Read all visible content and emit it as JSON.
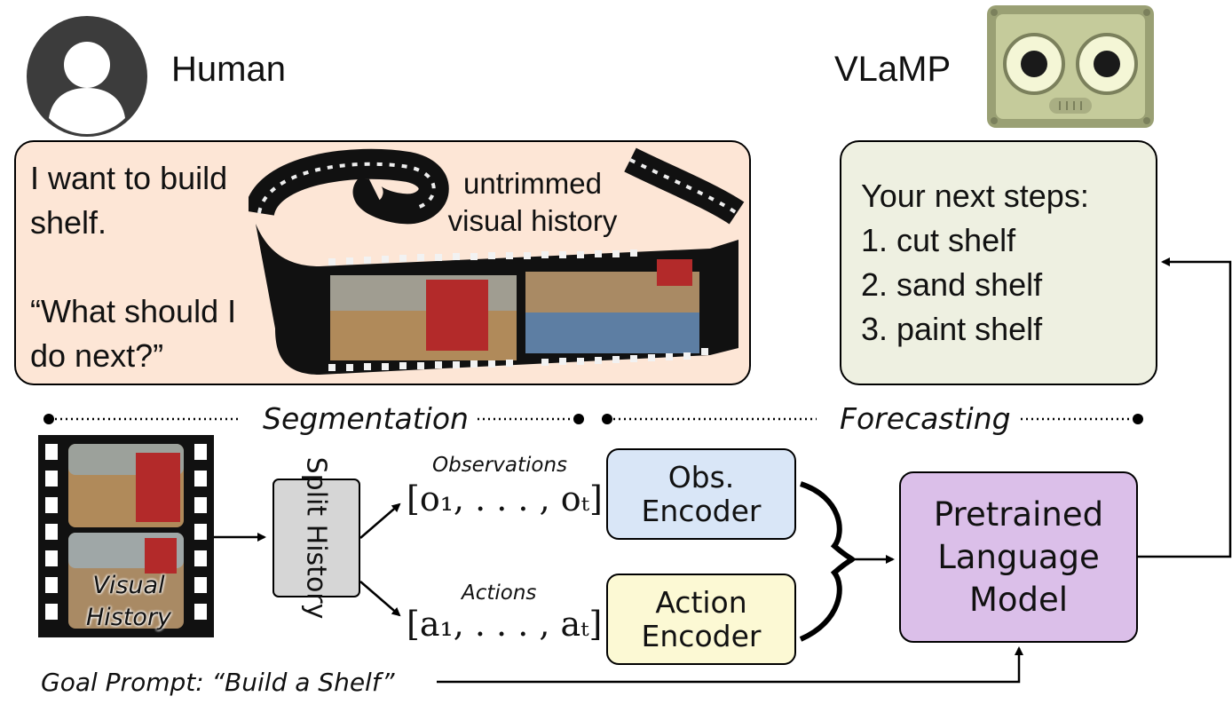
{
  "colors": {
    "human_panel": "#fde6d6",
    "vlamp_panel": "#eef0e1",
    "bottom_panel": "#eef0e1",
    "bottom_border": "#8a9374",
    "obs_encoder": "#d9e6f7",
    "action_encoder": "#fcf9d4",
    "language_model": "#dbbfe9",
    "split_history": "#d6d6d6",
    "robot_face": "#c5cb9b"
  },
  "header": {
    "human_label": "Human",
    "vlamp_label": "VLaMP"
  },
  "human_panel": {
    "line1": "I want to build",
    "line2": "shelf.",
    "line3": "“What should I",
    "line4": "do next?”",
    "film_caption_1": "untrimmed",
    "film_caption_2": "visual history"
  },
  "vlamp_panel": {
    "title": "Your next steps:",
    "steps": [
      "1. cut shelf",
      "2. sand shelf",
      "3. paint shelf"
    ]
  },
  "pipeline": {
    "segmentation_label": "Segmentation",
    "forecasting_label": "Forecasting",
    "visual_history_1": "Visual",
    "visual_history_2": "History",
    "split_history": "Split History",
    "observations_label": "Observations",
    "observations_formula": "[o₁, . . . , oₜ]",
    "actions_label": "Actions",
    "actions_formula": "[a₁, . . . , aₜ]",
    "obs_encoder_1": "Obs.",
    "obs_encoder_2": "Encoder",
    "action_encoder_1": "Action",
    "action_encoder_2": "Encoder",
    "lm_1": "Pretrained",
    "lm_2": "Language",
    "lm_3": "Model",
    "goal_prompt": "Goal Prompt: “Build a Shelf”"
  }
}
